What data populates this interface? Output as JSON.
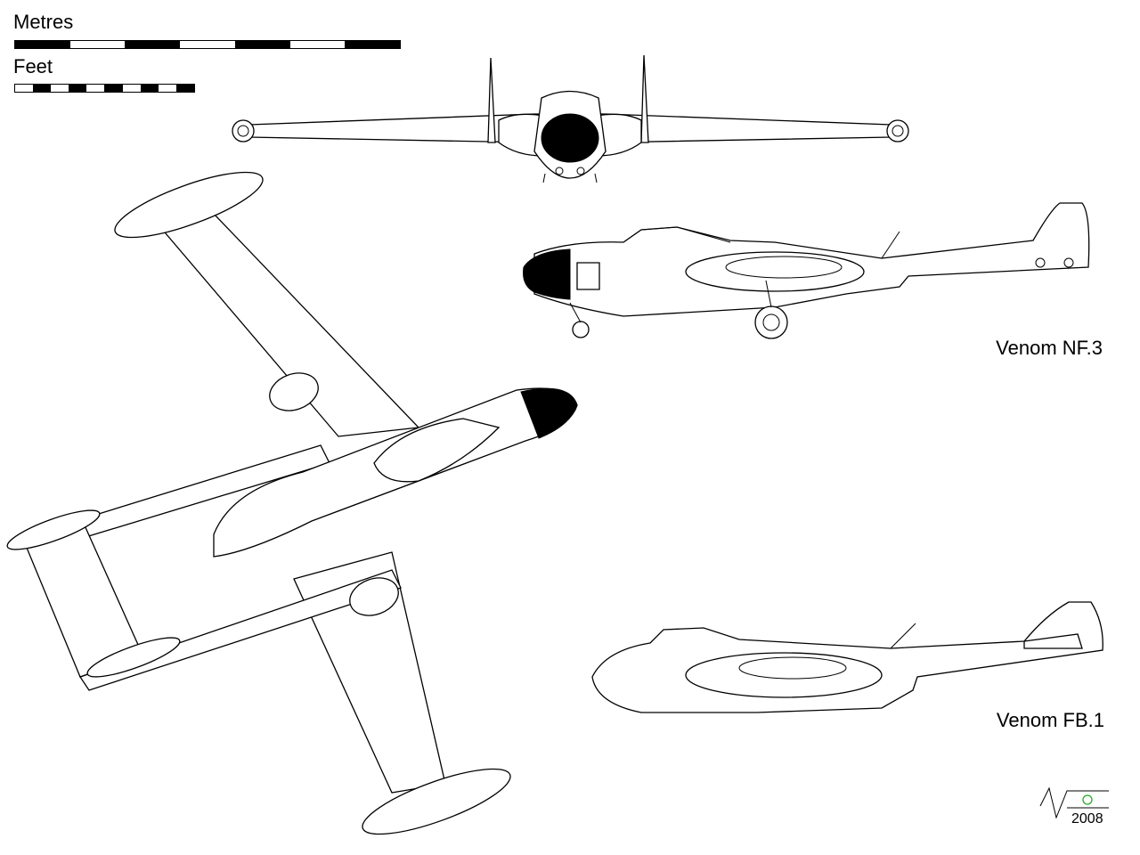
{
  "scale": {
    "metres_label": "Metres",
    "metres_segments": 7,
    "feet_label": "Feet",
    "feet_segments": 10
  },
  "views": {
    "nf3_label": "Venom NF.3",
    "fb1_label": "Venom FB.1"
  },
  "signature": {
    "year": "2008"
  },
  "colors": {
    "ink": "#000000",
    "copyleft": "#22aa22"
  }
}
